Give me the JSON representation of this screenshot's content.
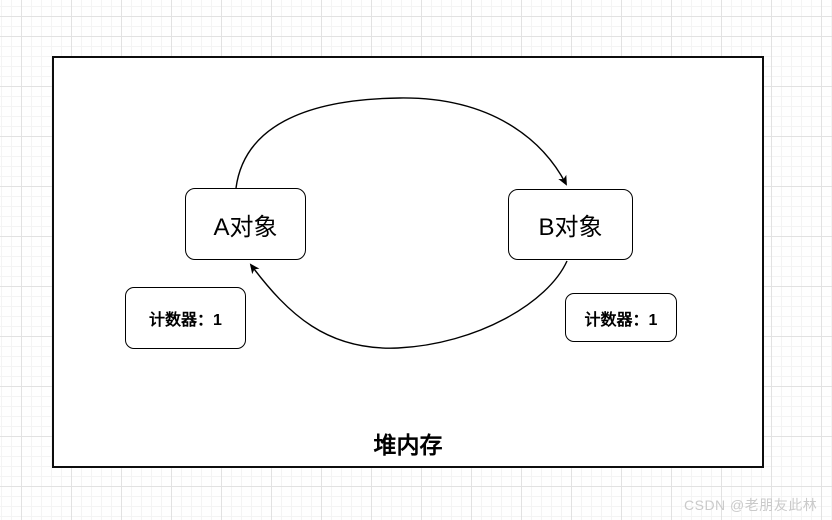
{
  "diagram": {
    "heap_label": "堆内存",
    "nodes": [
      {
        "id": "A",
        "label": "A对象"
      },
      {
        "id": "B",
        "label": "B对象"
      }
    ],
    "counters": [
      {
        "for": "A",
        "label": "计数器：1"
      },
      {
        "for": "B",
        "label": "计数器：1"
      }
    ],
    "edges": [
      {
        "from": "A",
        "to": "B",
        "shape": "arc-top",
        "arrowhead": "filled-triangle"
      },
      {
        "from": "B",
        "to": "A",
        "shape": "arc-bottom",
        "arrowhead": "filled-triangle"
      }
    ]
  },
  "watermark": {
    "text": "CSDN @老朋友此林"
  },
  "colors": {
    "stroke": "#000000",
    "shape_fill": "#ffffff",
    "grid_minor": "#f4f4f4",
    "grid_major": "#e2e2e2",
    "watermark": "#cacaca"
  }
}
